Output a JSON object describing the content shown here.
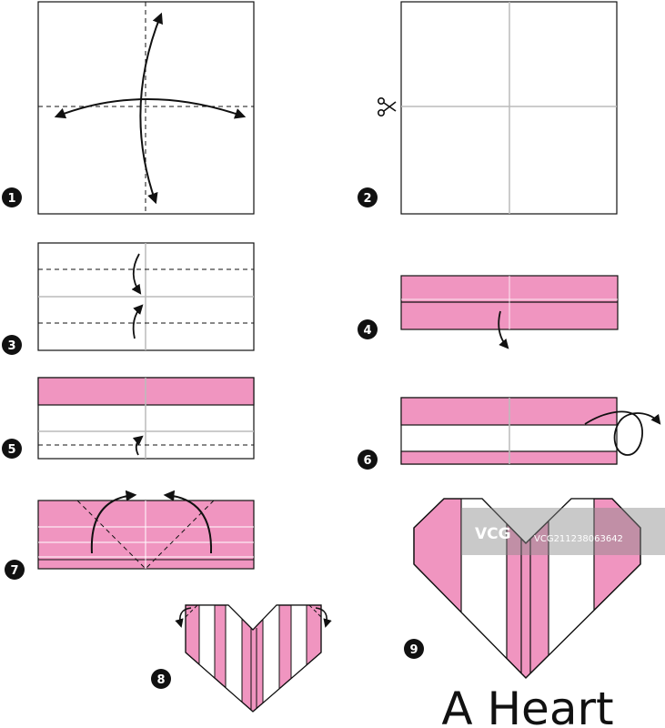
{
  "title": "A Heart",
  "steps": [
    {
      "number": "1"
    },
    {
      "number": "2"
    },
    {
      "number": "3"
    },
    {
      "number": "4"
    },
    {
      "number": "5"
    },
    {
      "number": "6"
    },
    {
      "number": "7"
    },
    {
      "number": "8"
    },
    {
      "number": "9"
    }
  ],
  "watermark": {
    "brand": "VCG",
    "id": "VCG211238063642"
  },
  "colors": {
    "paper_pink": "#f095c0",
    "line": "#111111",
    "crease": "#bbbbbb",
    "watermark": "#ffffff"
  },
  "icons": [
    "scissors-icon",
    "fold-arrow-icon"
  ]
}
